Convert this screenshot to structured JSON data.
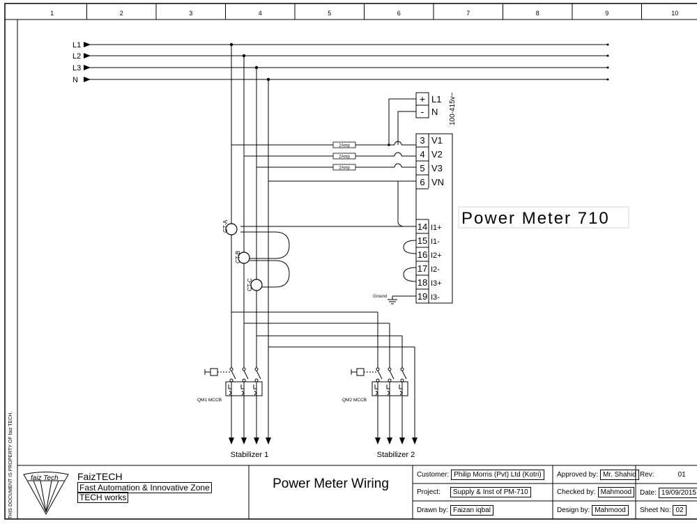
{
  "columns": [
    "1",
    "2",
    "3",
    "4",
    "5",
    "6",
    "7",
    "8",
    "9",
    "10"
  ],
  "bus_labels": [
    "L1",
    "L2",
    "L3",
    "N"
  ],
  "aux_supply": {
    "plus": "+",
    "minus": "-",
    "l1": "L1",
    "n": "N",
    "range": "100-415v~"
  },
  "meter": {
    "title": "Power Meter 710",
    "voltage_terminals": [
      {
        "num": "3",
        "label": "V1"
      },
      {
        "num": "4",
        "label": "V2"
      },
      {
        "num": "5",
        "label": "V3"
      },
      {
        "num": "6",
        "label": "VN"
      }
    ],
    "current_terminals": [
      {
        "num": "14",
        "label": "I1+"
      },
      {
        "num": "15",
        "label": "I1-"
      },
      {
        "num": "16",
        "label": "I2+"
      },
      {
        "num": "17",
        "label": "I2-"
      },
      {
        "num": "18",
        "label": "I3+"
      },
      {
        "num": "19",
        "label": "I3-"
      }
    ]
  },
  "fuse_label": "2Amp",
  "ct_labels": [
    "CT-A",
    "CT-B",
    "CT-C"
  ],
  "ground_label": "Ground",
  "breakers": [
    "QM1 MCCB",
    "QM2 MCCB"
  ],
  "loads": [
    "Stabilizer 1",
    "Stabilizer 2"
  ],
  "side_note": "THIS DOCUMENT IS PROPERTY OF faiz TECH.",
  "title_block": {
    "logo_text": "faiz Tech",
    "company": "FaizTECH",
    "tagline1": "Fast Automation & Innovative Zone",
    "tagline2": "TECH works",
    "drawing_title": "Power Meter Wiring",
    "customer_label": "Customer:",
    "customer": "Philip Morris (Pvt) Ltd (Kotri)",
    "project_label": "Project:",
    "project": "Supply & Inst of PM-710",
    "drawn_label": "Drawn by:",
    "drawn": "Faizan iqbal",
    "approved_label": "Approved by:",
    "approved": "Mr. Shahid",
    "checked_label": "Checked by:",
    "checked": "Mahmood",
    "design_label": "Design by:",
    "design": "Mahmood",
    "rev_label": "Rev:",
    "rev": "01",
    "date_label": "Date:",
    "date": "19/09/2015",
    "sheet_label": "Sheet No:",
    "sheet": "02"
  }
}
